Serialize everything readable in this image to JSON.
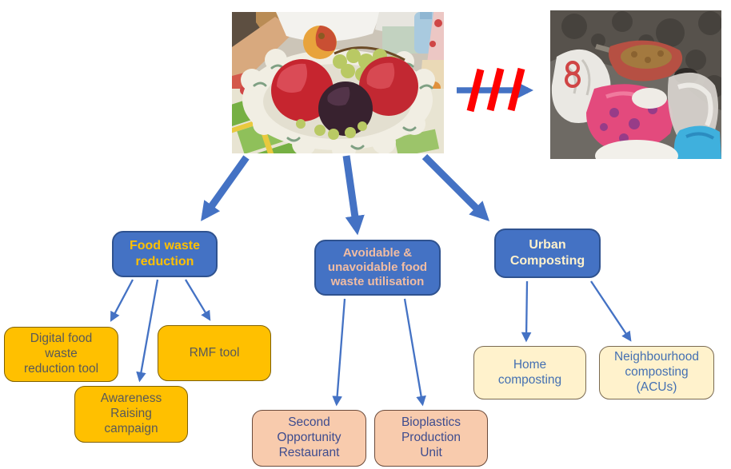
{
  "diagram": {
    "categories": [
      {
        "id": "reduction",
        "label": "Food waste\nreduction"
      },
      {
        "id": "utilisation",
        "label": "Avoidable &\nunavoidable food\nwaste utilisation"
      },
      {
        "id": "composting",
        "label": "Urban\nComposting"
      }
    ],
    "initiatives": [
      {
        "parent": "reduction",
        "label": "Digital food\nwaste\nreduction tool"
      },
      {
        "parent": "reduction",
        "label": "RMF tool"
      },
      {
        "parent": "reduction",
        "label": "Awareness\nRaising\ncampaign"
      },
      {
        "parent": "utilisation",
        "label": "Second\nOpportunity\nRestaurant"
      },
      {
        "parent": "utilisation",
        "label": "Bioplastics\nProduction\nUnit"
      },
      {
        "parent": "composting",
        "label": "Home\ncomposting"
      },
      {
        "parent": "composting",
        "label": "Neighbourhood\ncomposting\n(ACUs)"
      }
    ],
    "colors": {
      "category_fill": "#4472C4",
      "category_border": "#2F528F",
      "category_label_reduction": "#FFC000",
      "category_label_utilisation": "#F0BCA3",
      "category_label_composting": "#FFF2CC",
      "gold_fill": "#FFC000",
      "gold_text": "#595959",
      "salmon_fill": "#F8CBAD",
      "salmon_text": "#3E4C8E",
      "cream_fill": "#FFF2CC",
      "cream_text": "#4470B2",
      "arrow_blue": "#4472C4",
      "prohibition_red": "#FF0000"
    }
  }
}
